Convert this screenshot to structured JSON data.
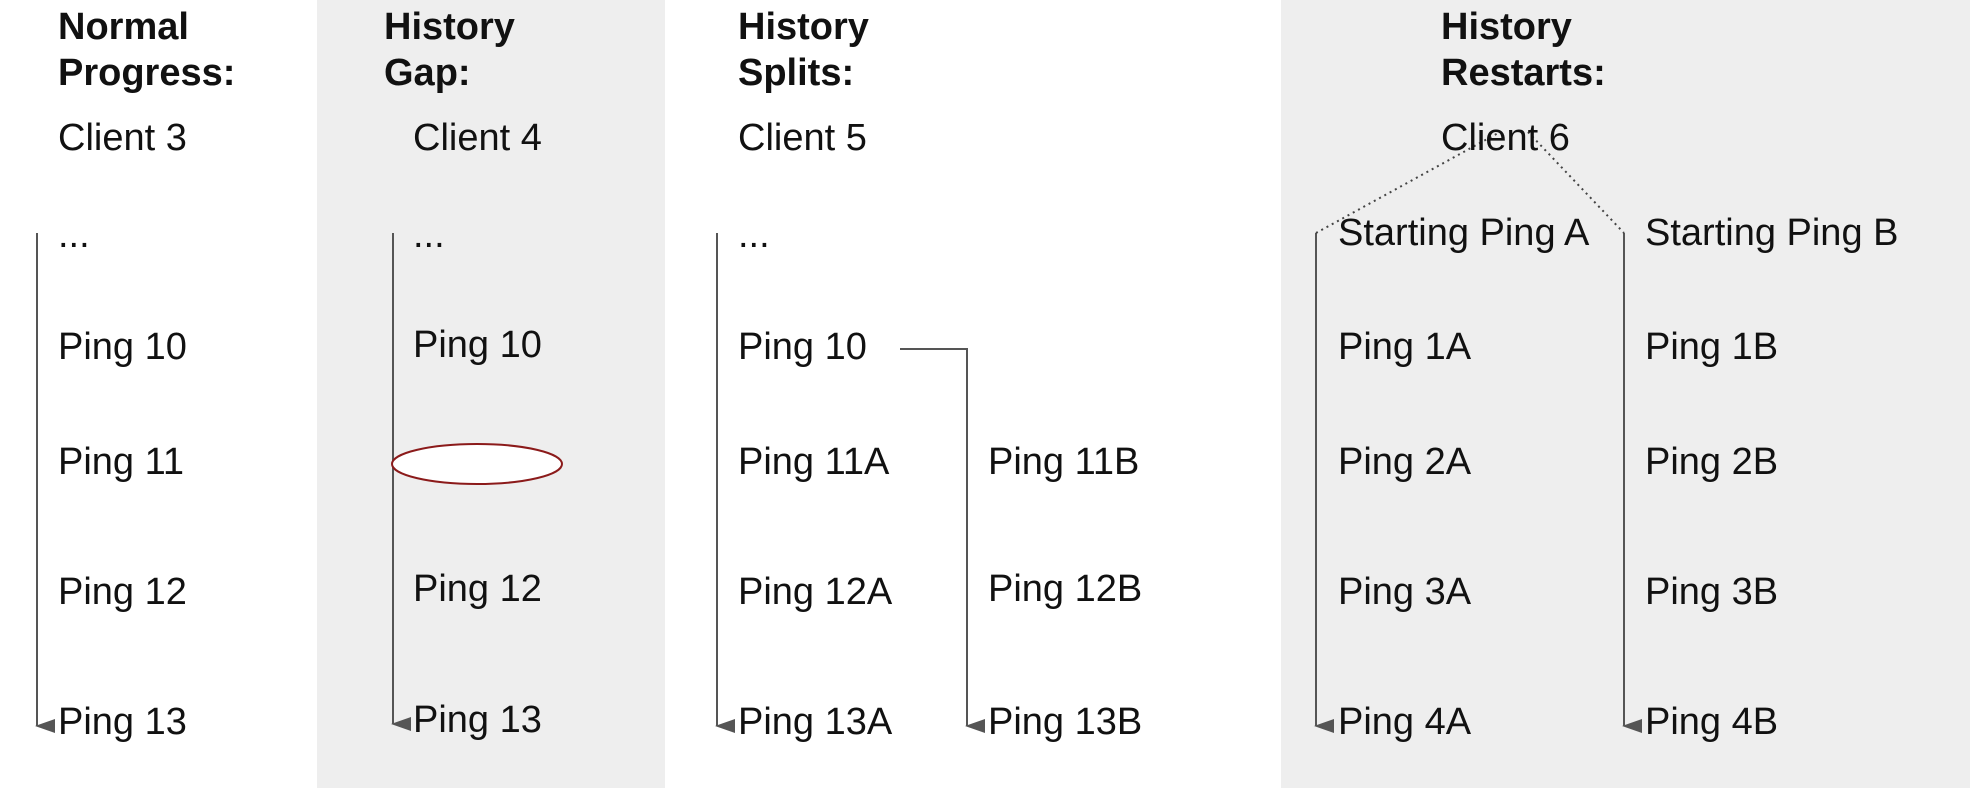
{
  "colors": {
    "panel_bg": "#eeeeee",
    "arrow": "#555555",
    "gap_marker": "#8b1a1a",
    "text": "#111111"
  },
  "normal": {
    "title_line1": "Normal",
    "title_line2": "Progress:",
    "client": "Client 3",
    "items": [
      "...",
      "Ping 10",
      "Ping 11",
      "Ping 12",
      "Ping 13"
    ]
  },
  "gap": {
    "title_line1": "History",
    "title_line2": "Gap:",
    "client": "Client 4",
    "items": [
      "...",
      "Ping 10",
      "Ping 12",
      "Ping 13"
    ]
  },
  "splits": {
    "title_line1": "History",
    "title_line2": "Splits:",
    "client": "Client 5",
    "main_items": [
      "...",
      "Ping 10",
      "Ping 11A",
      "Ping 12A",
      "Ping 13A"
    ],
    "branch_items": [
      "Ping 11B",
      "Ping 12B",
      "Ping 13B"
    ]
  },
  "restarts": {
    "title_line1": "History",
    "title_line2": "Restarts:",
    "client": "Client 6",
    "a_items": [
      "Starting Ping A",
      "Ping 1A",
      "Ping 2A",
      "Ping 3A",
      "Ping 4A"
    ],
    "b_items": [
      "Starting Ping B",
      "Ping 1B",
      "Ping 2B",
      "Ping 3B",
      "Ping 4B"
    ]
  }
}
